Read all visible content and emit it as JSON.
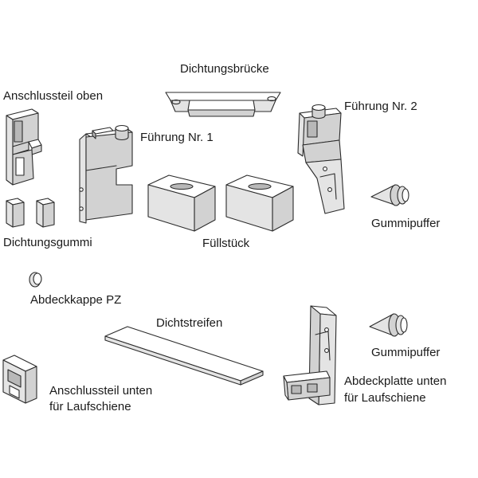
{
  "labels": {
    "dichtungsbruecke": "Dichtungsbrücke",
    "anschlussteil_oben": "Anschlussteil oben",
    "fuehrung_nr1": "Führung Nr. 1",
    "fuehrung_nr2": "Führung Nr. 2",
    "gummipuffer_top": "Gummipuffer",
    "dichtungsgummi": "Dichtungsgummi",
    "fuellstueck": "Füllstück",
    "abdeckkappe": "Abdeckkappe PZ",
    "dichtstreifen": "Dichtstreifen",
    "gummipuffer_bottom": "Gummipuffer",
    "anschlussteil_unten_1": "Anschlussteil unten",
    "anschlussteil_unten_2": "für Laufschiene",
    "abdeckplatte_1": "Abdeckplatte unten",
    "abdeckplatte_2": "für Laufschiene"
  }
}
